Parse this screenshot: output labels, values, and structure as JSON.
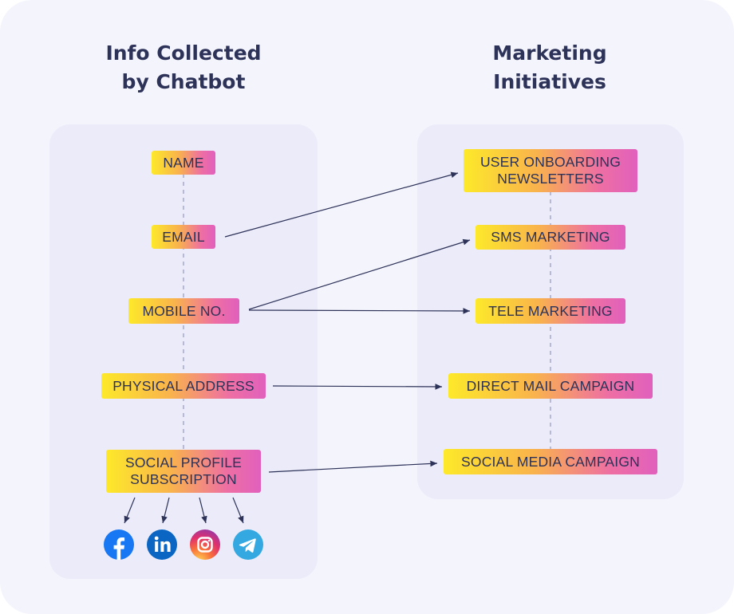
{
  "headings": {
    "left": "Info Collected\nby Chatbot",
    "right": "Marketing\nInitiatives"
  },
  "left_items": {
    "name": "NAME",
    "email": "EMAIL",
    "mobile": "MOBILE NO.",
    "address": "PHYSICAL ADDRESS",
    "social": "SOCIAL PROFILE\nSUBSCRIPTION"
  },
  "right_items": {
    "onboarding": "USER ONBOARDING\nNEWSLETTERS",
    "sms": "SMS MARKETING",
    "tele": "TELE MARKETING",
    "direct_mail": "DIRECT MAIL CAMPAIGN",
    "social_media": "SOCIAL MEDIA CAMPAIGN"
  },
  "connections": [
    {
      "from": "EMAIL",
      "to": "USER ONBOARDING NEWSLETTERS"
    },
    {
      "from": "MOBILE NO.",
      "to": "SMS MARKETING"
    },
    {
      "from": "MOBILE NO.",
      "to": "TELE MARKETING"
    },
    {
      "from": "PHYSICAL ADDRESS",
      "to": "DIRECT MAIL CAMPAIGN"
    },
    {
      "from": "SOCIAL PROFILE SUBSCRIPTION",
      "to": "SOCIAL MEDIA CAMPAIGN"
    }
  ],
  "social_icons": [
    "facebook-icon",
    "linkedin-icon",
    "instagram-icon",
    "telegram-icon"
  ],
  "colors": {
    "background": "#f4f4fd",
    "panel": "#ebebf9",
    "text": "#2d3258",
    "tag_gradient": [
      "#fde92a",
      "#f9b34c",
      "#ee6fa3",
      "#e160bd"
    ],
    "facebook": "#1877f2",
    "linkedin": "#0a66c2",
    "telegram": "#34a8e0"
  }
}
